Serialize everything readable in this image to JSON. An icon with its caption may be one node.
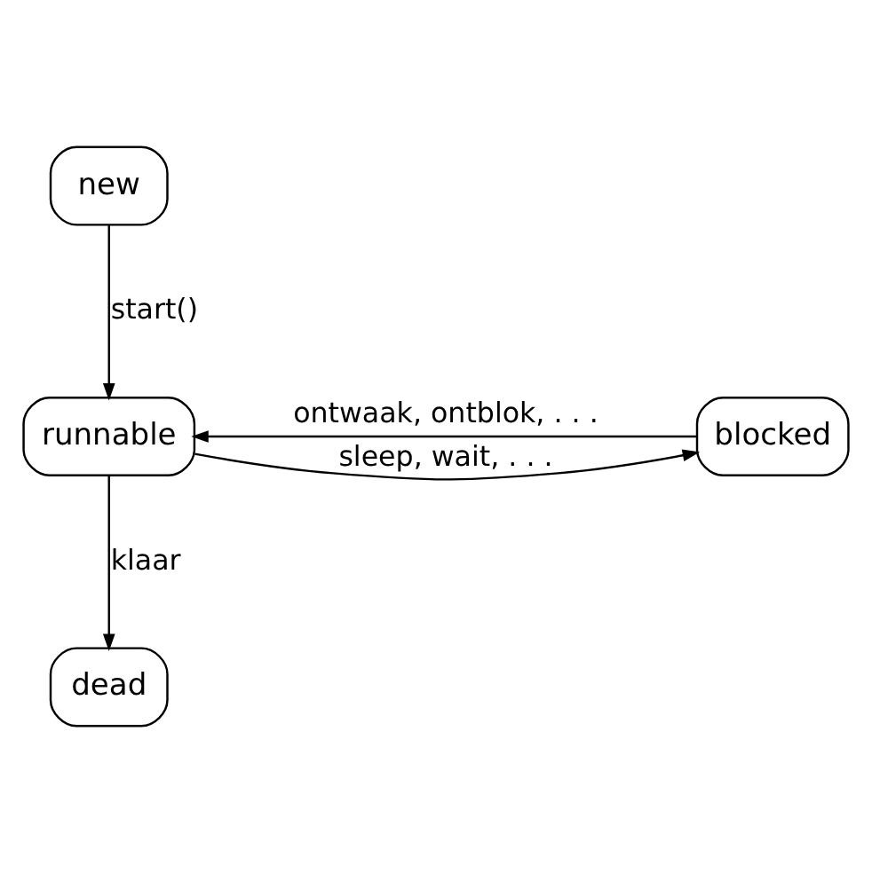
{
  "diagram": {
    "nodes": [
      {
        "text": [
          "new"
        ]
      },
      {
        "text": [
          "runnable"
        ]
      },
      {
        "text": [
          "blocked"
        ]
      },
      {
        "text": [
          "dead"
        ]
      }
    ],
    "edges": [
      {
        "from": 0,
        "to": 1,
        "arrow": "to",
        "label": "start()"
      },
      {
        "from": 1,
        "to": 2,
        "arrow": "to",
        "label": "sleep, wait, . . ."
      },
      {
        "from": 2,
        "to": 1,
        "arrow": "to",
        "label": "ontwaak, ontblok, . . ."
      },
      {
        "from": 1,
        "to": 3,
        "arrow": "to",
        "label": "klaar"
      }
    ]
  }
}
